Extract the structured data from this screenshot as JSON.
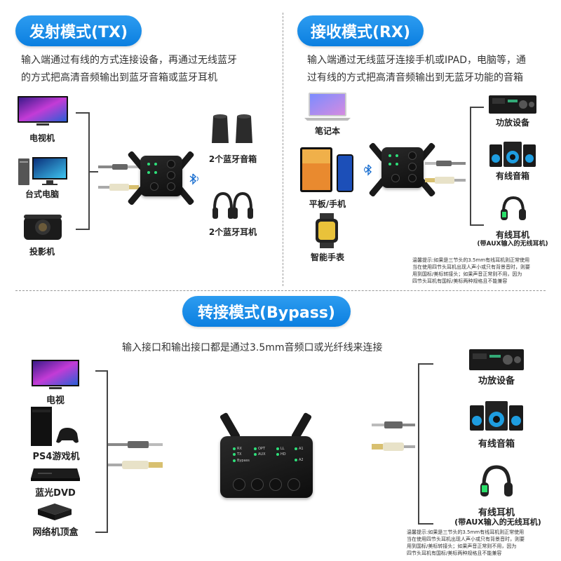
{
  "tx": {
    "title": "发射模式(TX)",
    "desc_line1": "输入端通过有线的方式连接设备，再通过无线蓝牙",
    "desc_line2": "的方式把高清音频输出到蓝牙音箱或蓝牙耳机",
    "inputs": [
      "电视机",
      "台式电脑",
      "投影机"
    ],
    "outputs": [
      "2个蓝牙音箱",
      "2个蓝牙耳机"
    ]
  },
  "rx": {
    "title": "接收模式(RX)",
    "desc_line1": "输入端通过无线蓝牙连接手机或IPAD，电脑等，通",
    "desc_line2": "过有线的方式把高清音频输出到无蓝牙功能的音箱",
    "inputs": [
      "笔记本",
      "平板/手机",
      "智能手表"
    ],
    "outputs": [
      "功放设备",
      "有线音箱",
      "有线耳机"
    ],
    "headphone_sub": "(带AUX输入的无线耳机)",
    "note_lines": [
      "温馨提示:如果是三节头的3.5mm有线耳机则正常使用",
      "当在使用四节头耳机出现人声小或只有背景音时，则要",
      "用到国标/美标转接头；如果声音正常则不用，因为",
      "四节头耳机有国标/美标两种规格且不能兼容"
    ]
  },
  "bypass": {
    "title": "转接模式(Bypass)",
    "desc": "输入接口和输出接口都是通过3.5mm音频口或光纤线来连接",
    "inputs": [
      "电视",
      "PS4游戏机",
      "蓝光DVD",
      "网络机顶盒"
    ],
    "outputs": [
      "功放设备",
      "有线音箱",
      "有线耳机"
    ],
    "headphone_sub": "(带AUX输入的无线耳机)",
    "note_lines": [
      "温馨提示:如果是三节头的3.5mm有线耳机则正常使用",
      "当在使用四节头耳机出现人声小或只有背景音时，则要",
      "用到国标/美标转接头；如果声音正常则不用，因为",
      "四节头耳机有国标/美标两种规格且不能兼容"
    ],
    "device_labels": [
      "RX",
      "TX",
      "Bypass",
      "OPT",
      "AUX",
      "LL",
      "HD",
      "A1",
      "A2"
    ]
  },
  "colors": {
    "accent": "#0b7fe0",
    "led": "#2ee07a"
  }
}
